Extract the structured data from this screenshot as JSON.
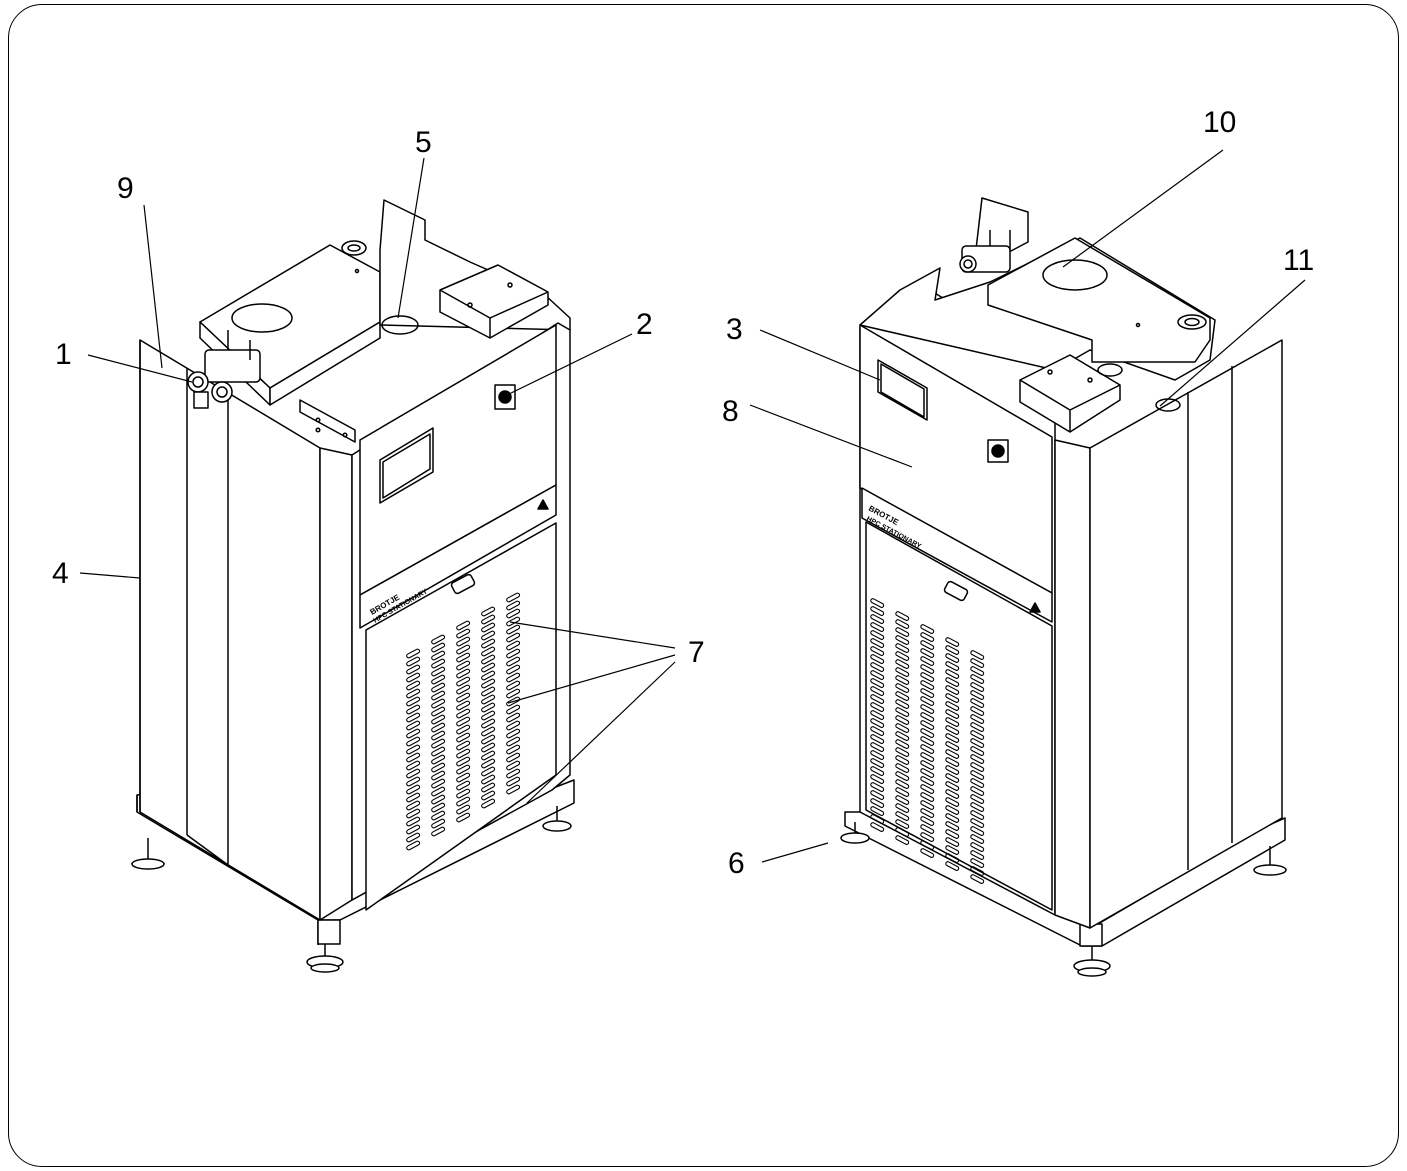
{
  "callouts": [
    {
      "id": "1",
      "label": "1"
    },
    {
      "id": "2",
      "label": "2"
    },
    {
      "id": "3",
      "label": "3"
    },
    {
      "id": "4",
      "label": "4"
    },
    {
      "id": "5",
      "label": "5"
    },
    {
      "id": "6",
      "label": "6"
    },
    {
      "id": "7",
      "label": "7"
    },
    {
      "id": "8",
      "label": "8"
    },
    {
      "id": "9",
      "label": "9"
    },
    {
      "id": "10",
      "label": "10"
    },
    {
      "id": "11",
      "label": "11"
    }
  ],
  "unit_left": {
    "brand": "BROTJE",
    "model": "HPC STATIONARY"
  },
  "unit_right": {
    "brand": "BROTJE",
    "model": "HPC STATIONARY"
  }
}
